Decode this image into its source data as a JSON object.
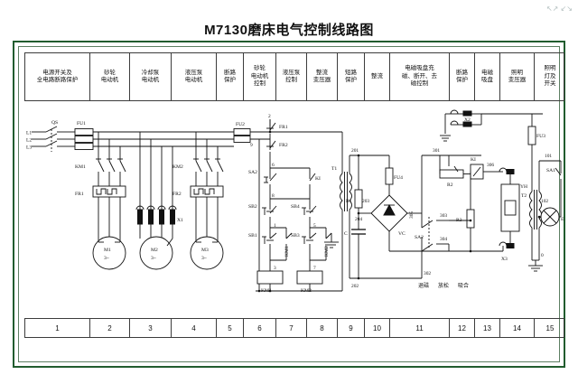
{
  "page": {
    "title": "M7130磨床电气控制线路图",
    "corner_mark": "↖↗\n↙↘"
  },
  "header": {
    "cells": [
      {
        "label": "电源开关及\n全电路断路保护",
        "width": 72
      },
      {
        "label": "砂轮\n电动机",
        "width": 44
      },
      {
        "label": "冷却泵\n电动机",
        "width": 46
      },
      {
        "label": "液压泵\n电动机",
        "width": 50
      },
      {
        "label": "断路\n保护",
        "width": 30
      },
      {
        "label": "砂轮\n电动机\n控制",
        "width": 36
      },
      {
        "label": "液压泵\n控制",
        "width": 34
      },
      {
        "label": "整流\n变压器",
        "width": 34
      },
      {
        "label": "短路\n保护",
        "width": 30
      },
      {
        "label": "整流",
        "width": 28
      },
      {
        "label": "电磁吸盘充\n磁、断开、去\n磁控制",
        "width": 66
      },
      {
        "label": "断路\n保护",
        "width": 28
      },
      {
        "label": "电磁\n吸盘",
        "width": 28
      },
      {
        "label": "照明\n变压器",
        "width": 38
      },
      {
        "label": "照明\n灯及\n开关",
        "width": 34
      }
    ]
  },
  "footer": {
    "cells": [
      {
        "label": "1",
        "width": 72
      },
      {
        "label": "2",
        "width": 44
      },
      {
        "label": "3",
        "width": 46
      },
      {
        "label": "4",
        "width": 50
      },
      {
        "label": "5",
        "width": 30
      },
      {
        "label": "6",
        "width": 36
      },
      {
        "label": "7",
        "width": 34
      },
      {
        "label": "8",
        "width": 34
      },
      {
        "label": "9",
        "width": 30
      },
      {
        "label": "10",
        "width": 28
      },
      {
        "label": "11",
        "width": 66
      },
      {
        "label": "12",
        "width": 28
      },
      {
        "label": "13",
        "width": 28
      },
      {
        "label": "14",
        "width": 38
      },
      {
        "label": "15",
        "width": 34
      }
    ]
  },
  "schematic": {
    "supply": {
      "l1": "L1",
      "l2": "L2",
      "l3": "L3",
      "disconnect": "QS",
      "fuse_main": "FU1",
      "fuse_control": "FU2",
      "fuse_lighting": "FU3",
      "fuse_rect": "FU4"
    },
    "contactors": {
      "km1_main": "KM1",
      "km2_main": "KM2",
      "km1_coil": "KM1",
      "km2_coil": "KM2",
      "km1_aux": "KM1",
      "km2_aux": "KM2"
    },
    "overloads": {
      "fr1_main": "FR1",
      "fr2_main": "FR2",
      "fr1_contact": "FR1",
      "fr2_contact": "FR2"
    },
    "motors": [
      {
        "tag": "M1",
        "phase": "3~"
      },
      {
        "tag": "M2",
        "phase": "3~"
      },
      {
        "tag": "M3",
        "phase": "3~"
      }
    ],
    "terminals": {
      "x1": "X1",
      "x2": "X2",
      "x3": "X3"
    },
    "buttons": {
      "sb1": "SB1",
      "sb2": "SB2",
      "sb3": "SB3",
      "sb4": "SB4"
    },
    "switches": {
      "sa1": "SA1",
      "sa2_ctrl": "SA2",
      "sa2_chuck": "SA2"
    },
    "relays": {
      "ki_coil": "KI",
      "ki_contact": "KI"
    },
    "transformers": {
      "t1": "T1",
      "t2": "T2"
    },
    "rectifier": {
      "bridge": "VC"
    },
    "resistors": {
      "r1": "R1",
      "r2": "R2",
      "r3": "R3"
    },
    "capacitor": {
      "c": "C"
    },
    "chuck": {
      "yh": "YH"
    },
    "lamp": {
      "el": "EL"
    },
    "node_numbers": {
      "main_1": "2",
      "main_2": "9",
      "n1": "1",
      "n3": "3",
      "n5": "5",
      "n6": "6",
      "n7": "7",
      "n8": "8",
      "r201": "201",
      "r202": "202",
      "r203": "203",
      "r204": "204",
      "c301": "301",
      "c302": "302",
      "c303": "303",
      "c304": "304",
      "c305": "305",
      "c306": "306",
      "l101": "101",
      "l102": "102",
      "l0": "0"
    },
    "chuck_modes": [
      "退磁",
      "放松",
      "吸合"
    ]
  }
}
